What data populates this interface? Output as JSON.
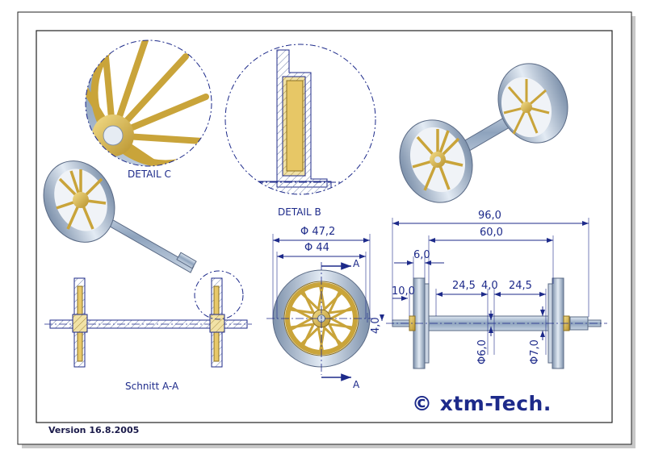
{
  "footer": {
    "version": "Version 16.8.2005"
  },
  "brand": {
    "text": "© xtm-Tech."
  },
  "labels": {
    "detail_c": "DETAIL C",
    "detail_b": "DETAIL B",
    "section": "Schnitt A-A",
    "section_mark_top": "A",
    "section_mark_bottom": "A"
  },
  "dimensions": {
    "d_outer": "Φ 47,2",
    "d_inner": "Φ 44",
    "len_total": "96,0",
    "len_60": "60,0",
    "len_6": "6,0",
    "len_10": "10,0",
    "len_24a": "24,5",
    "len_4": "4,0",
    "len_24b": "24,5",
    "h_4": "4,0",
    "dia_6": "Φ6,0",
    "dia_7": "Φ7,0"
  },
  "colors": {
    "line": "#1d2a8a",
    "brass": "#d8b84a",
    "steel": "#9fb2c8",
    "hatch": "#6a7aa8"
  }
}
